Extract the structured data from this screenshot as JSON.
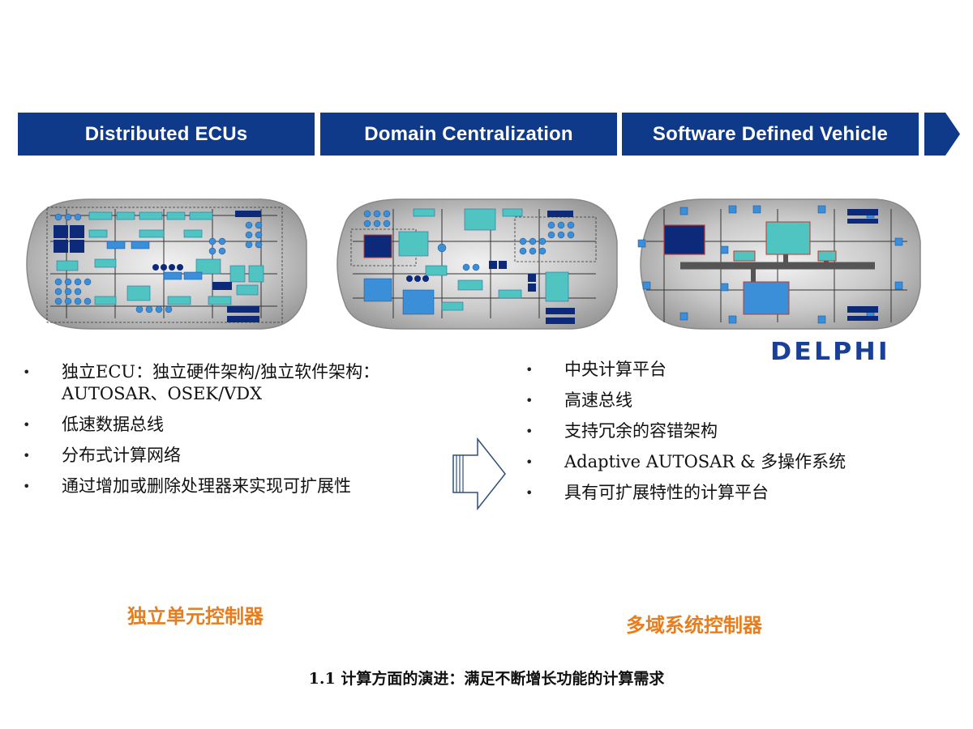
{
  "stages": [
    "Distributed ECUs",
    "Domain Centralization",
    "Software Defined Vehicle"
  ],
  "logo": "DELPHI",
  "left_list": [
    "独立ECU：独立硬件架构/独立软件架构：\nAUTOSAR、OSEK/VDX",
    "低速数据总线",
    "分布式计算网络",
    "通过增加或删除处理器来实现可扩展性"
  ],
  "right_list": [
    "中央计算平台",
    "高速总线",
    "支持冗余的容错架构",
    "Adaptive AUTOSAR & 多操作系统",
    "具有可扩展特性的计算平台"
  ],
  "label_left": "独立单元控制器",
  "label_right": "多域系统控制器",
  "caption": "1.1 计算方面的演进：满足不断增长功能的计算需求",
  "colors": {
    "banner": "#0f3a8a",
    "orange": "#e87d1e",
    "teal": "#4fc4c0",
    "blue": "#3b8fd9",
    "navy": "#0d2a7a"
  },
  "icons": [
    "banner-arrow-icon",
    "right-arrow-icon"
  ]
}
